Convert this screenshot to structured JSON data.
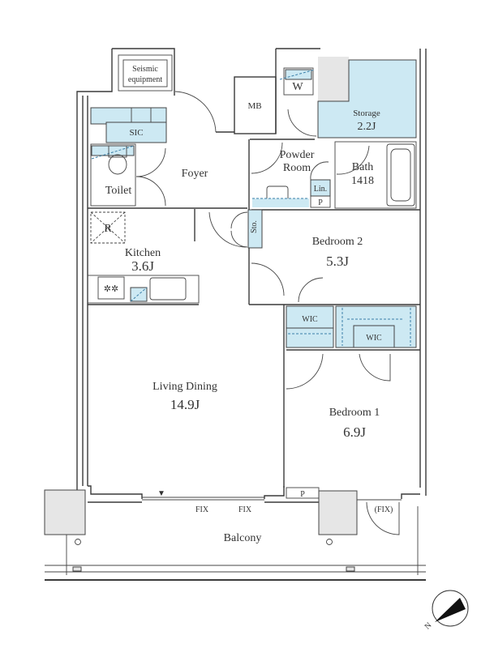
{
  "rooms": {
    "seismic_line1": "Seismic",
    "seismic_line2": "equipment",
    "mb": "MB",
    "w": "W",
    "storage": "Storage",
    "storage_size": "2.2J",
    "sic": "SIC",
    "foyer": "Foyer",
    "powder_line1": "Powder",
    "powder_line2": "Room",
    "bath": "Bath",
    "bath_size": "1418",
    "toilet": "Toilet",
    "lin": "Lin.",
    "p_top": "P",
    "r": "R",
    "sto": "Sto.",
    "kitchen": "Kitchen",
    "kitchen_size": "3.6J",
    "bedroom2": "Bedroom 2",
    "bedroom2_size": "5.3J",
    "wic1": "WIC",
    "wic2": "WIC",
    "living": "Living Dining",
    "living_size": "14.9J",
    "bedroom1": "Bedroom 1",
    "bedroom1_size": "6.9J",
    "p_bottom": "P",
    "fix1": "FIX",
    "fix2": "FIX",
    "fix3": "(FIX)",
    "balcony": "Balcony",
    "compass_n": "N"
  },
  "colors": {
    "closet_fill": "#cde9f3",
    "column_fill": "#e6e6e6"
  }
}
